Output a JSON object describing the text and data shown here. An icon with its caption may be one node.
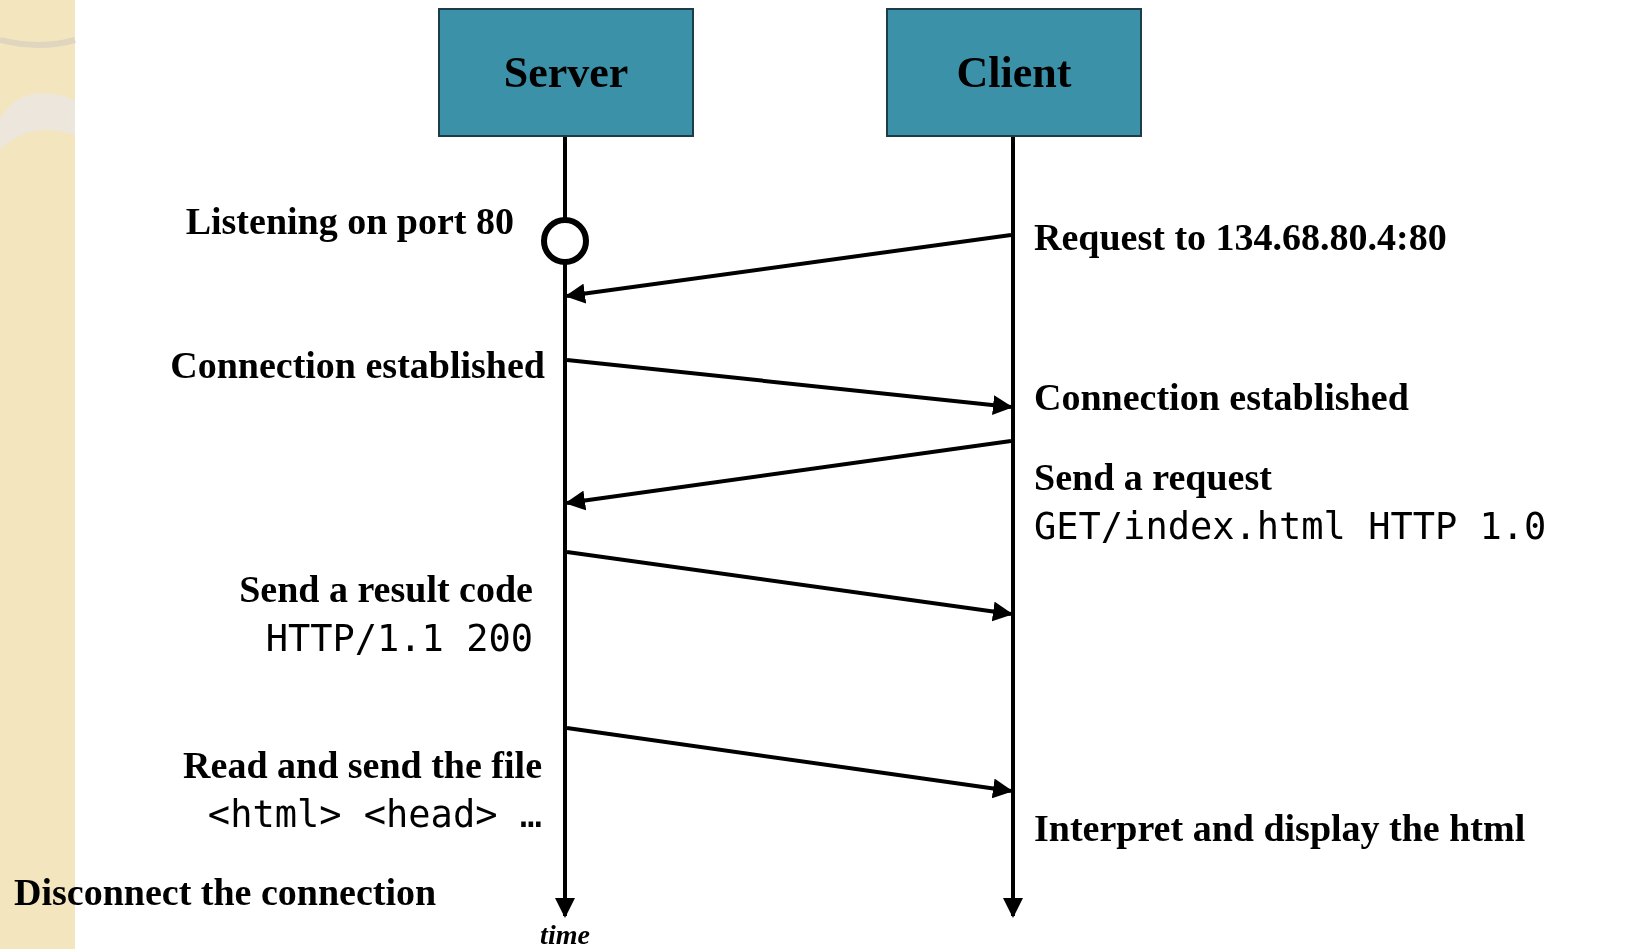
{
  "diagram": {
    "nodes": [
      {
        "text": [
          "Server"
        ]
      },
      {
        "text": [
          "Client"
        ]
      },
      {
        "text": [],
        "shape": "circle",
        "beside": [
          "Listening on port 80"
        ]
      },
      {
        "text": [],
        "shape": "bar"
      },
      {
        "text": [],
        "shape": "bar"
      },
      {
        "text": [
          "time"
        ]
      }
    ],
    "edges": [
      {
        "from": 3,
        "to": 5,
        "arrow": "to"
      },
      {
        "from": 4,
        "to": null,
        "arrow": "to"
      },
      {
        "from": 4,
        "to": 3,
        "arrow": "to"
      },
      {
        "from": 3,
        "to": 4,
        "arrow": "to"
      },
      {
        "from": 4,
        "to": 3,
        "arrow": "to"
      },
      {
        "from": 3,
        "to": 4,
        "arrow": "to"
      },
      {
        "from": 3,
        "to": 4,
        "arrow": "to"
      }
    ],
    "labels": [
      "Request to 134.68.80.4:80",
      "Connection established",
      "Connection established",
      "Send a request",
      "GET/index.html HTTP 1.0",
      "Send a result code",
      "HTTP/1.1 200",
      "Read and send the file",
      "<html> <head> …",
      "Interpret and display the html",
      "Disconnect the connection"
    ]
  }
}
